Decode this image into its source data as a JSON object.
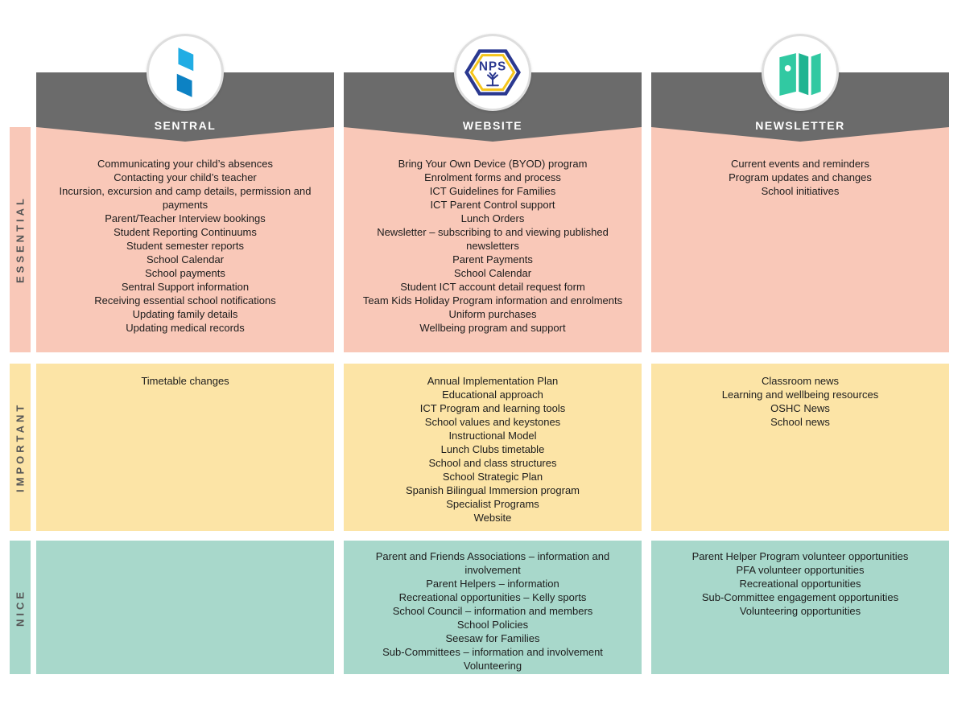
{
  "colors": {
    "banner": "#6b6b6b",
    "essential": "#f9c8b8",
    "important": "#fce4a6",
    "nice": "#a8d8cb",
    "text": "#1d1d1d",
    "header_text": "#ffffff",
    "rail_text": "#565656",
    "sentral_blue_light": "#21ade4",
    "sentral_blue_dark": "#0d82c4",
    "nps_navy": "#2b3990",
    "nps_yellow": "#f5c51b",
    "map_green": "#31c9a2",
    "map_green_dark": "#1fb491"
  },
  "rows": [
    {
      "id": "essential",
      "label": "ESSENTIAL"
    },
    {
      "id": "important",
      "label": "IMPORTANT"
    },
    {
      "id": "nice",
      "label": "NICE"
    }
  ],
  "columns": [
    {
      "id": "sentral",
      "label": "SENTRAL",
      "logo": "sentral-logo",
      "essential": [
        "Communicating your child’s absences",
        "Contacting your child’s teacher",
        "Incursion, excursion and camp details, permission and payments",
        "Parent/Teacher Interview bookings",
        "Student Reporting Continuums",
        "Student semester reports",
        "School Calendar",
        "School payments",
        "Sentral Support information",
        "Receiving essential school notifications",
        "Updating family details",
        "Updating medical records"
      ],
      "important": [
        "Timetable changes"
      ],
      "nice": []
    },
    {
      "id": "website",
      "label": "WEBSITE",
      "logo": "nps-logo",
      "essential": [
        "Bring Your Own Device (BYOD) program",
        "Enrolment forms and process",
        "ICT Guidelines for Families",
        "ICT Parent Control support",
        "Lunch Orders",
        "Newsletter – subscribing to and viewing published newsletters",
        "Parent Payments",
        "School Calendar",
        "Student ICT account detail request form",
        "Team Kids Holiday Program information and enrolments",
        "Uniform purchases",
        "Wellbeing program and support"
      ],
      "important": [
        "Annual Implementation Plan",
        "Educational approach",
        "ICT Program and learning tools",
        "School values and keystones",
        "Instructional Model",
        "Lunch Clubs timetable",
        "School and class structures",
        "School Strategic Plan",
        "Spanish Bilingual Immersion program",
        "Specialist Programs",
        "Website"
      ],
      "nice": [
        "Parent and Friends Associations – information and involvement",
        "Parent Helpers – information",
        "Recreational opportunities – Kelly sports",
        "School Council – information and members",
        "School Policies",
        "Seesaw for Families",
        "Sub-Committees – information and involvement",
        "Volunteering"
      ]
    },
    {
      "id": "newsletter",
      "label": "NEWSLETTER",
      "logo": "map-icon",
      "essential": [
        "Current events and reminders",
        "Program updates and changes",
        "School initiatives"
      ],
      "important": [
        "Classroom news",
        "Learning and wellbeing resources",
        "OSHC News",
        "School news"
      ],
      "nice": [
        "Parent Helper Program volunteer opportunities",
        "PFA volunteer opportunities",
        "Recreational opportunities",
        "Sub-Committee engagement opportunities",
        "Volunteering opportunities"
      ]
    }
  ]
}
